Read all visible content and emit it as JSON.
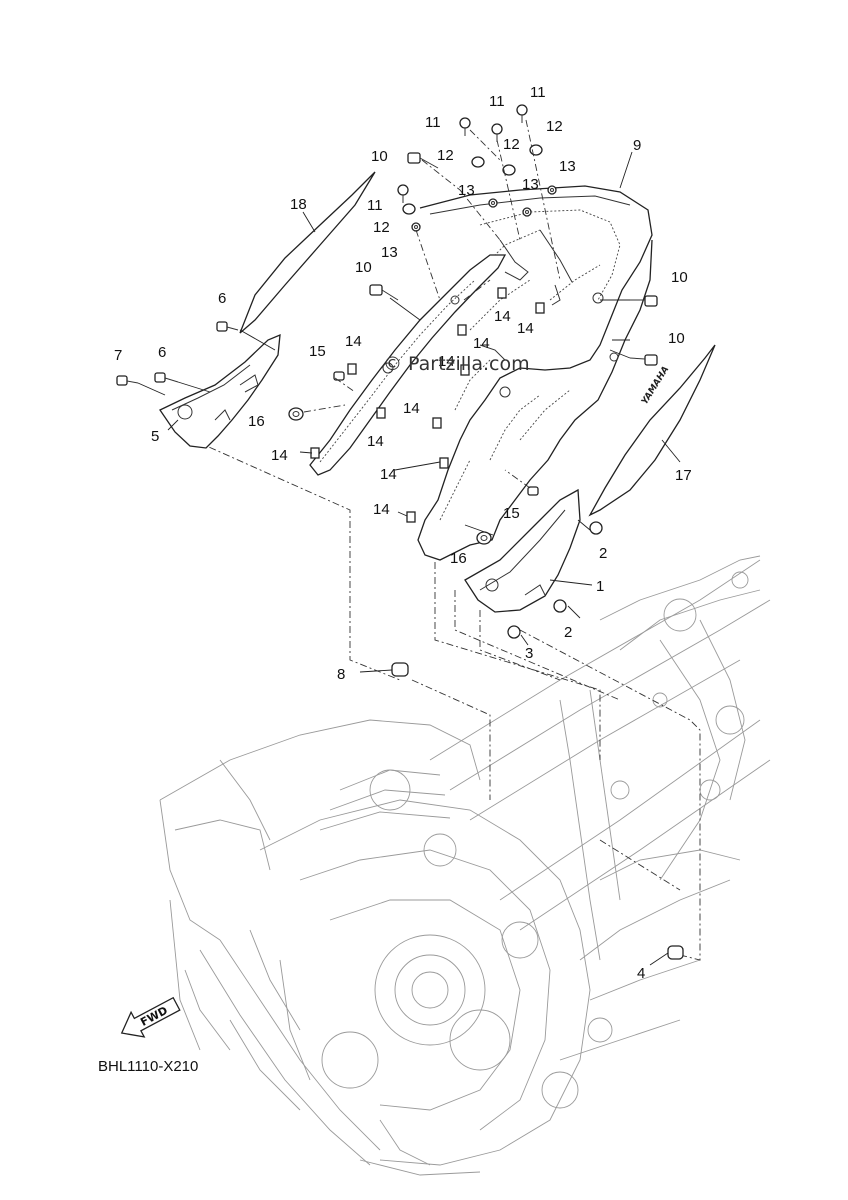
{
  "diagram_code": "BHL1110-X210",
  "watermark": "© Partzilla.com",
  "fwd_label": "FWD",
  "decal_text": "YAMAHA",
  "callouts": [
    "1",
    "2",
    "2",
    "3",
    "4",
    "5",
    "6",
    "6",
    "7",
    "8",
    "9",
    "10",
    "10",
    "10",
    "10",
    "11",
    "11",
    "11",
    "11",
    "11",
    "12",
    "12",
    "12",
    "12",
    "12",
    "13",
    "13",
    "13",
    "13",
    "13",
    "14",
    "14",
    "14",
    "14",
    "14",
    "14",
    "14",
    "14",
    "14",
    "14",
    "14",
    "15",
    "15",
    "16",
    "16",
    "17",
    "18"
  ]
}
